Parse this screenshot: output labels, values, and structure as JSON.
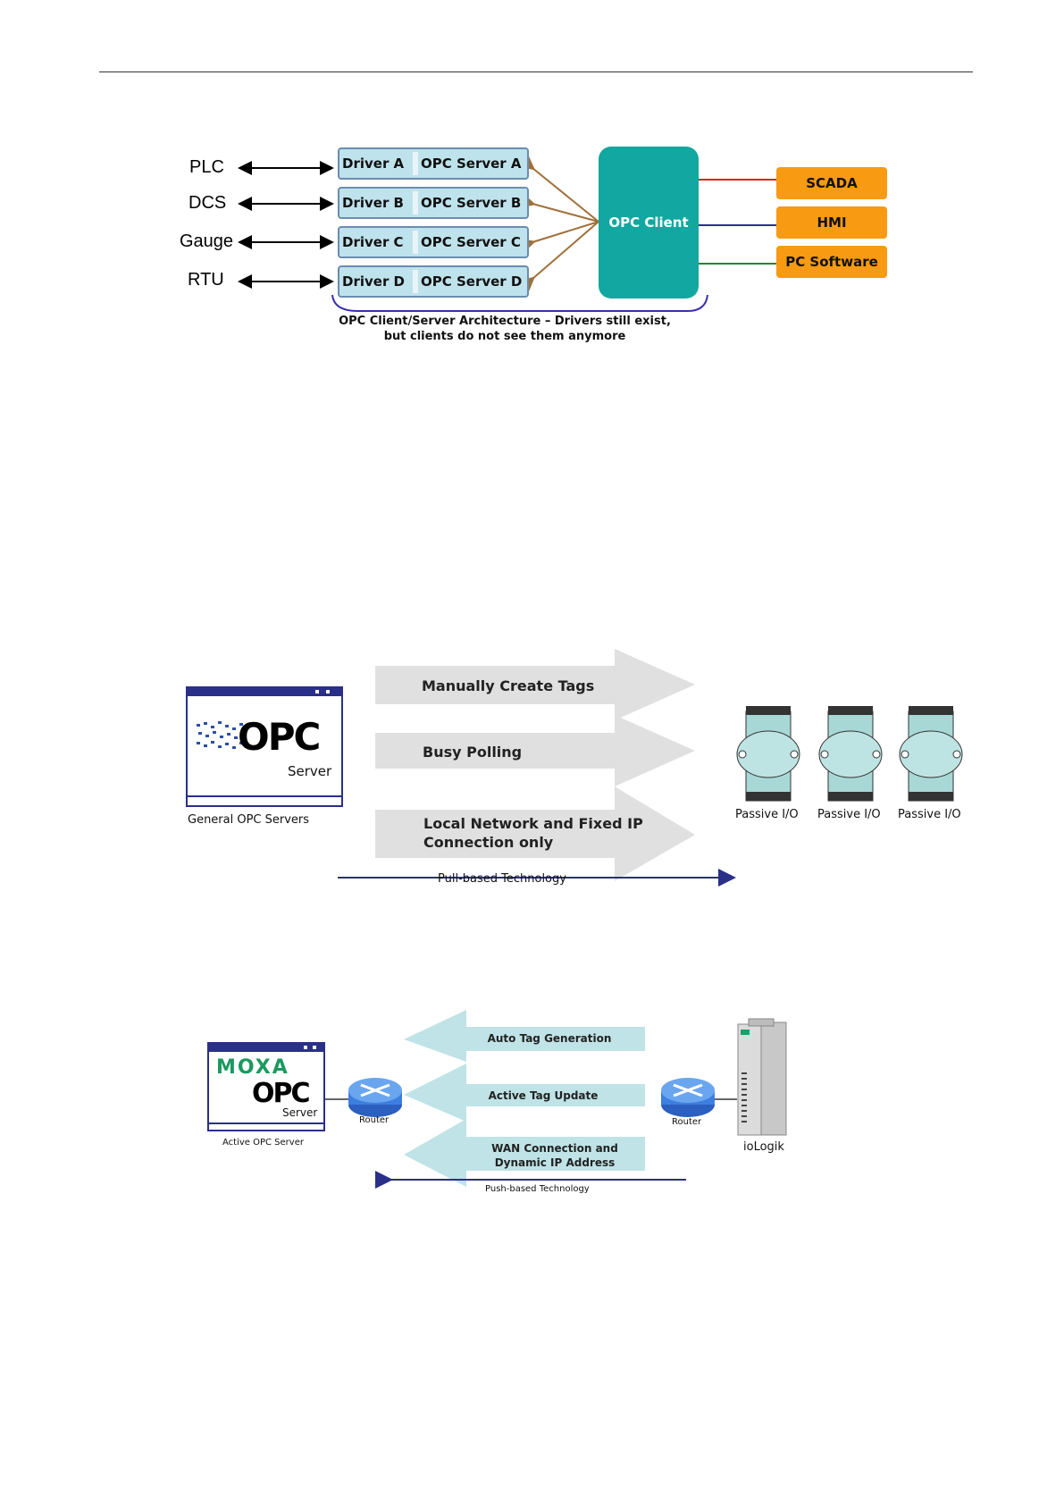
{
  "diagram1": {
    "devices": [
      "PLC",
      "DCS",
      "Gauge",
      "RTU"
    ],
    "drivers": [
      "Driver A",
      "Driver B",
      "Driver C",
      "Driver D"
    ],
    "servers": [
      "OPC Server A",
      "OPC Server B",
      "OPC Server C",
      "OPC Server D"
    ],
    "client": "OPC Client",
    "apps": [
      "SCADA",
      "HMI",
      "PC Software"
    ],
    "caption_line1": "OPC Client/Server Architecture – Drivers still exist,",
    "caption_line2": "but clients do not see them anymore",
    "colors": {
      "driver_fill": "#bfe3ec",
      "client": "#12a7a0",
      "app": "#f89a12",
      "link_scada": "#e02020",
      "link_hmi": "#2a2f8a",
      "link_pc": "#1a8a2a",
      "fan_arrows": "#a0703a"
    }
  },
  "diagram2": {
    "server_logo_text": "OPC",
    "server_word": "Server",
    "server_caption": "General OPC Servers",
    "arrows": [
      "Manually Create Tags",
      "Busy Polling",
      "Local Network and Fixed IP",
      "Connection only"
    ],
    "io_labels": [
      "Passive I/O",
      "Passive I/O",
      "Passive I/O"
    ],
    "axis_label": "Pull-based Technology",
    "icons": [
      "opc-server-window-icon",
      "passive-io-module-icon"
    ]
  },
  "diagram3": {
    "brand": "MOXA",
    "server_logo_text": "OPC",
    "server_word": "Server",
    "server_caption": "Active OPC Server",
    "router_left": "Router",
    "router_right": "Router",
    "arrows": [
      "Auto Tag Generation",
      "Active Tag Update",
      "WAN Connection and",
      "Dynamic IP Address"
    ],
    "device_label": "ioLogik",
    "axis_label": "Push-based Technology",
    "icons": [
      "router-icon",
      "iologik-device-icon"
    ]
  }
}
